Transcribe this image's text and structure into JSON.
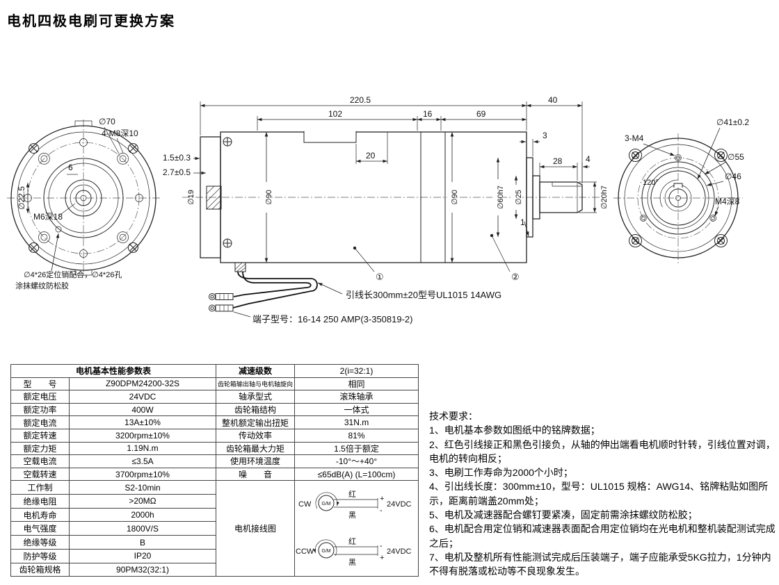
{
  "title": "电机四极电刷可更换方案",
  "drawing": {
    "front": {
      "phi70": "∅70",
      "m8": "4-M8深10",
      "dim_6": "6",
      "phi225": "∅22.5",
      "m6": "M6深18",
      "pin_note1": "∅4*26定位销配合，∅4*26孔",
      "pin_note2": "涂抹螺纹防松胶"
    },
    "side": {
      "dim_total": "220.5",
      "dim_102": "102",
      "dim_16": "16",
      "dim_69": "69",
      "dim_40": "40",
      "dim_20": "20",
      "dim_3": "3",
      "dim_28": "28",
      "dim_4": "4",
      "dim_1": "1",
      "phi90_motor": "∅90",
      "phi90_gear": "∅90",
      "phi19": "∅19",
      "phi60": "∅60h7",
      "phi25": "∅25",
      "phi20": "∅20h7",
      "tol_15": "1.5±0.3",
      "tol_27": "2.7±0.5",
      "callout1": "①",
      "callout2": "②",
      "wire_note": "引线长300mm±20型号UL1015 14AWG",
      "terminal_note": "端子型号：16-14    250 AMP(3-350819-2)"
    },
    "rear": {
      "phi41": "∅41±0.2",
      "m4_3": "3-M4",
      "phi55": "∅55",
      "phi46": "∅46",
      "m4deep": "M4深8",
      "angle": "120°"
    }
  },
  "table": {
    "title": "电机基本性能参数表",
    "header_label": "减速级数",
    "header_value": "2(i=32:1)",
    "wiring_label": "电机接线图",
    "rows": [
      {
        "l": "型　　号",
        "lv": "Z90DPM24200-32S",
        "r": "齿轮箱输出轴与电机轴旋向",
        "rv": "相同"
      },
      {
        "l": "额定电压",
        "lv": "24VDC",
        "r": "轴承型式",
        "rv": "滚珠轴承"
      },
      {
        "l": "额定功率",
        "lv": "400W",
        "r": "齿轮箱结构",
        "rv": "一体式"
      },
      {
        "l": "额定电流",
        "lv": "13A±10%",
        "r": "整机额定输出扭矩",
        "rv": "31N.m"
      },
      {
        "l": "额定转速",
        "lv": "3200rpm±10%",
        "r": "传动效率",
        "rv": "81%"
      },
      {
        "l": "额定力矩",
        "lv": "1.19N.m",
        "r": "齿轮箱最大力矩",
        "rv": "1.5倍于额定"
      },
      {
        "l": "空载电流",
        "lv": "≤3.5A",
        "r": "使用环境温度",
        "rv": "-10°～+40°"
      },
      {
        "l": "空载转速",
        "lv": "3700rpm±10%",
        "r": "噪　　音",
        "rv": "≤65dB(A) (L=100cm)"
      },
      {
        "l": "工作制",
        "lv": "S2-10min"
      },
      {
        "l": "绝缘电阻",
        "lv": ">20MΩ"
      },
      {
        "l": "电机寿命",
        "lv": "2000h"
      },
      {
        "l": "电气强度",
        "lv": "1800V/S"
      },
      {
        "l": "绝缘等级",
        "lv": "B"
      },
      {
        "l": "防护等级",
        "lv": "IP20"
      },
      {
        "l": "齿轮箱规格",
        "lv": "90PM32(32:1)"
      }
    ]
  },
  "wiring": {
    "cw": "CW",
    "ccw": "CCW",
    "gm": "G/M",
    "red": "红",
    "black": "黑",
    "plus": "+",
    "minus": "-",
    "v": "24VDC"
  },
  "tech": {
    "title": "技术要求：",
    "items": [
      "1、电机基本参数如图纸中的铭牌数据；",
      "2、红色引线接正和黑色引接负，从轴的伸出端看电机顺时针转，引线位置对调，电机的转向相反；",
      "3、电刷工作寿命为2000个小时；",
      "4、引出线长度：300mm±10，型号：UL1015 规格：AWG14、铭牌粘贴如图所示，距离前端盖20mm处；",
      "5、电机及减速器配合螺钉要紧凑，固定前需涂抹螺纹防松胶；",
      "6、电机配合用定位销和减速器表面配合用定位销均在光电机和整机装配测试完成之后；",
      "7、电机及整机所有性能测试完成后压装端子，端子应能承受5KG拉力，1分钟内不得有脱落或松动等不良现象发生。"
    ]
  }
}
